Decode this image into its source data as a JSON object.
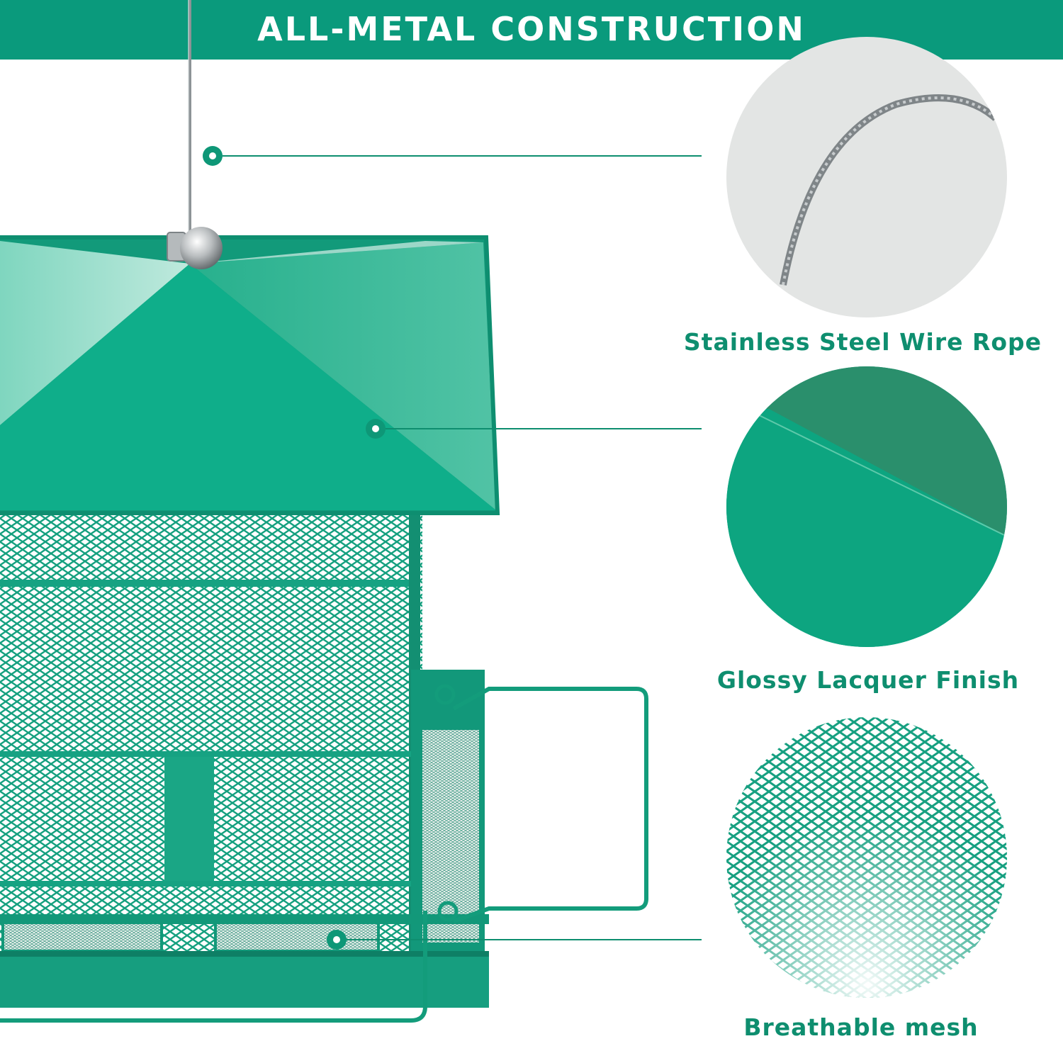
{
  "banner": {
    "title": "ALL-METAL CONSTRUCTION"
  },
  "features": [
    {
      "caption": "Stainless Steel Wire Rope",
      "icon": "wire-rope-detail"
    },
    {
      "caption": "Glossy Lacquer Finish",
      "icon": "lacquer-finish-detail"
    },
    {
      "caption": "Breathable mesh",
      "icon": "mesh-detail"
    }
  ],
  "colors": {
    "brand_green": "#0a9a7c",
    "caption_green": "#0e8e6f",
    "metal_green": "#15a383"
  }
}
